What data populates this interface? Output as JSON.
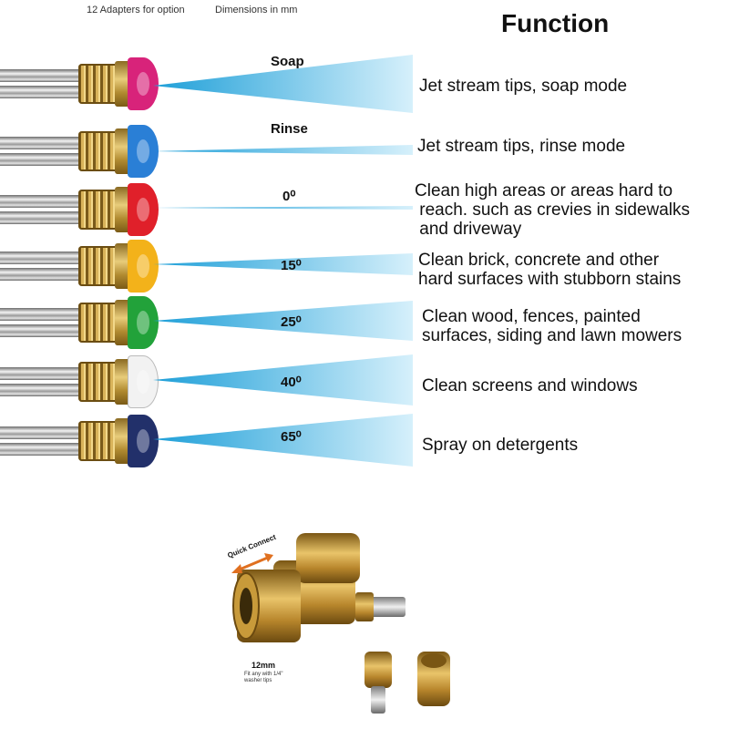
{
  "header": {
    "left_note": "12 Adapters for option",
    "mid_note": "Dimensions in mm",
    "title": "Function"
  },
  "tips": [
    {
      "label": "Soap",
      "color": "#d8237a",
      "desc": [
        "Jet stream tips, soap mode"
      ]
    },
    {
      "label": "Rinse",
      "color": "#2a7fd6",
      "desc": [
        "Jet stream tips, rinse mode"
      ]
    },
    {
      "label": "0⁰",
      "color": "#e0202a",
      "desc": [
        "Clean high areas or areas hard to",
        " reach. such as crevies in sidewalks",
        " and driveway"
      ]
    },
    {
      "label": "15⁰",
      "color": "#f3b21a",
      "desc": [
        "Clean brick, concrete and other",
        "hard surfaces with stubborn stains"
      ]
    },
    {
      "label": "25⁰",
      "color": "#22a23a",
      "desc": [
        "Clean wood, fences, painted",
        "surfaces, siding and lawn mowers"
      ]
    },
    {
      "label": "40⁰",
      "color": "#f2f2f2",
      "desc": [
        "Clean screens and windows"
      ]
    },
    {
      "label": "65⁰",
      "color": "#22306a",
      "desc": [
        "Spray on detergents"
      ]
    }
  ],
  "adapter": {
    "quick_connect": "Quick Connect",
    "size": "12mm",
    "note_line1": "Fit any with 1/4\"",
    "note_line2": "washer tips"
  }
}
